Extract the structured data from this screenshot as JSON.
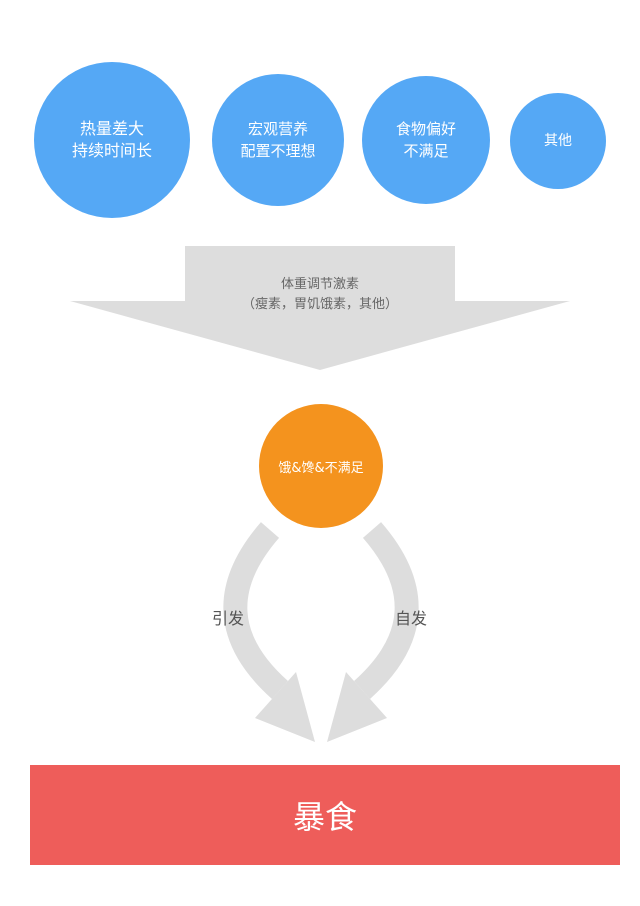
{
  "causes": [
    {
      "line1": "热量差大",
      "line2": "持续时间长"
    },
    {
      "line1": "宏观营养",
      "line2": "配置不理想"
    },
    {
      "line1": "食物偏好",
      "line2": "不满足"
    },
    {
      "line1": "其他",
      "line2": ""
    }
  ],
  "funnel": {
    "line1": "体重调节激素",
    "line2": "（瘦素，胃饥饿素，其他）"
  },
  "state": "饿&馋&不满足",
  "paths": {
    "left": "引发",
    "right": "自发"
  },
  "result": "暴食",
  "colors": {
    "cause_circle": "#55a8f5",
    "state_circle": "#f4931e",
    "result_bar": "#ee5d5a",
    "arrows": "#dddddd"
  }
}
